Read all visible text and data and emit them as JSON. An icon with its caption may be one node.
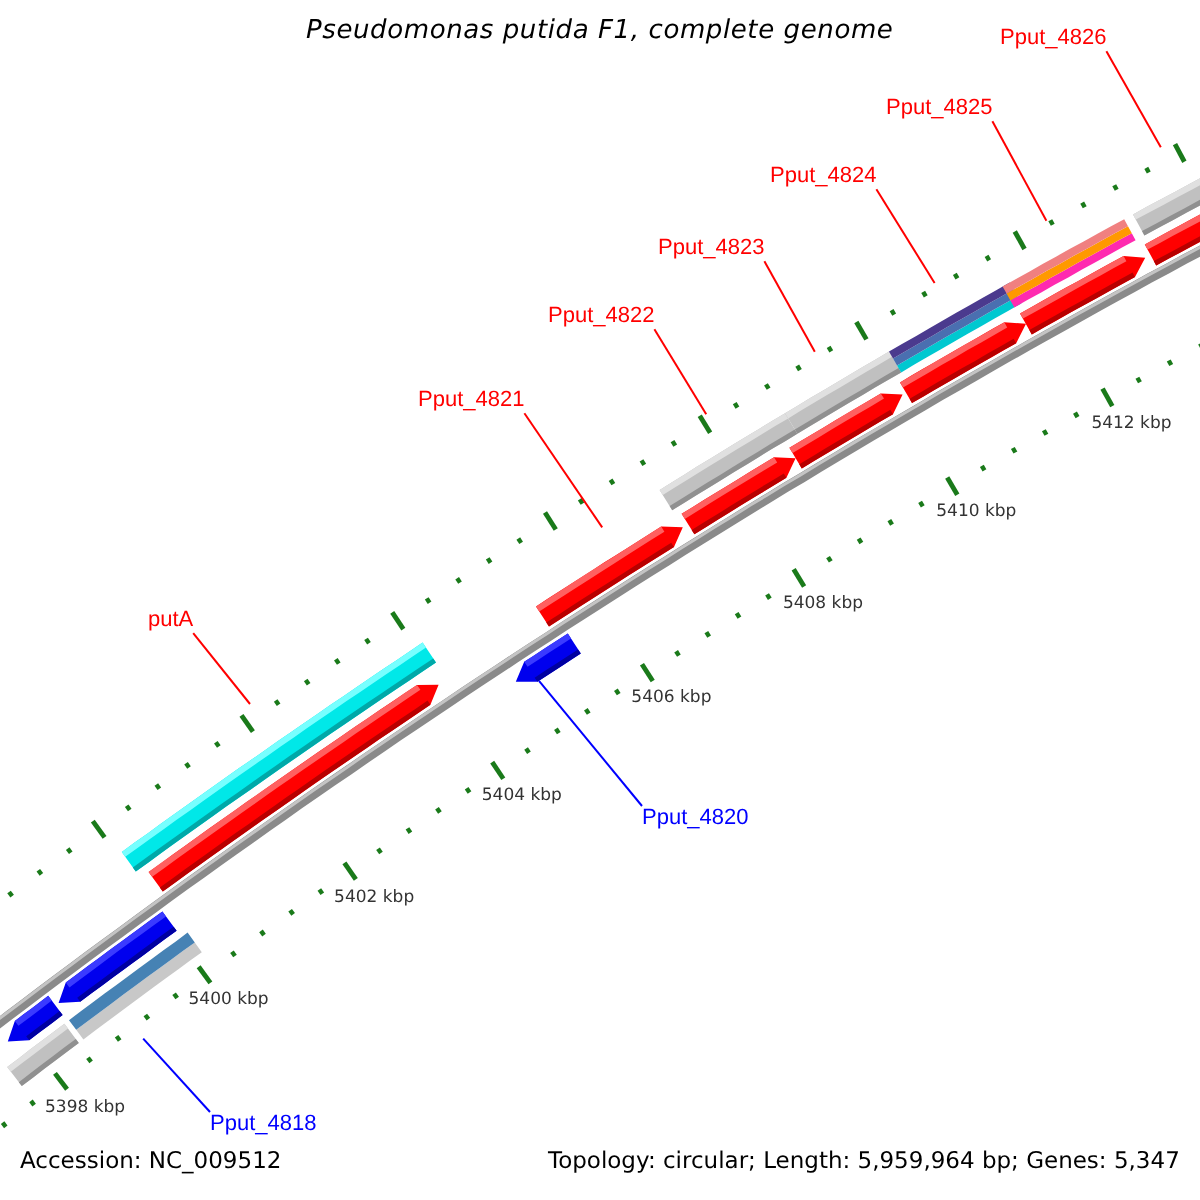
{
  "diagram": {
    "title": "Pseudomonas putida F1, complete genome",
    "nodes": [
      {
        "text": [
          "putA"
        ]
      },
      {
        "text": [
          "Pput_4821"
        ]
      },
      {
        "text": [
          "Pput_4822"
        ]
      },
      {
        "text": [
          "Pput_4823"
        ]
      },
      {
        "text": [
          "Pput_4824"
        ]
      },
      {
        "text": [
          "Pput_4825"
        ]
      },
      {
        "text": [
          "Pput_4826"
        ]
      },
      {
        "text": [
          "Pput_4820"
        ]
      },
      {
        "text": [
          "Pput_4818"
        ]
      },
      {
        "text": [],
        "shape": "bar"
      },
      {
        "text": [],
        "shape": "arrow"
      },
      {
        "text": [],
        "shape": "bar"
      },
      {
        "text": [],
        "shape": "arrow"
      },
      {
        "text": [],
        "shape": "bar"
      },
      {
        "text": [],
        "shape": "arrow"
      },
      {
        "text": [],
        "shape": "arrow"
      },
      {
        "text": [],
        "shape": "arrow"
      },
      {
        "text": [],
        "shape": "bar"
      },
      {
        "text": [],
        "shape": "arrow"
      },
      {
        "text": [],
        "shape": "arrow"
      },
      {
        "text": [],
        "shape": "bar"
      },
      {
        "text": [],
        "shape": "arrow"
      },
      {
        "text": [],
        "shape": "bar"
      },
      {
        "text": [],
        "shape": "bar"
      },
      {
        "text": [],
        "shape": "arrow"
      },
      {
        "text": [],
        "shape": "arrow"
      },
      {
        "text": [],
        "shape": "bar"
      }
    ],
    "edges": [
      {
        "from": 0,
        "to": 13,
        "arrow": "none"
      },
      {
        "from": 1,
        "to": 16,
        "arrow": "none"
      },
      {
        "from": 2,
        "to": 17,
        "arrow": "none"
      },
      {
        "from": 3,
        "to": 20,
        "arrow": "none"
      },
      {
        "from": 4,
        "to": 22,
        "arrow": "none"
      },
      {
        "from": 5,
        "to": 23,
        "arrow": "none"
      },
      {
        "from": 6,
        "to": 26,
        "arrow": "none"
      },
      {
        "from": 7,
        "to": 15,
        "arrow": "none",
        "color": "#0000ff"
      },
      {
        "from": 8,
        "to": 11,
        "arrow": "none",
        "color": "#0000ff"
      }
    ],
    "labels": [
      "5412 kbp",
      "5410 kbp",
      "5408 kbp",
      "5406 kbp",
      "5404 kbp",
      "5402 kbp",
      "5400 kbp",
      "5398 kbp",
      "Accession: NC_009512",
      "Topology: circular; Length: 5,959,964 bp; Genes: 5,347"
    ]
  }
}
